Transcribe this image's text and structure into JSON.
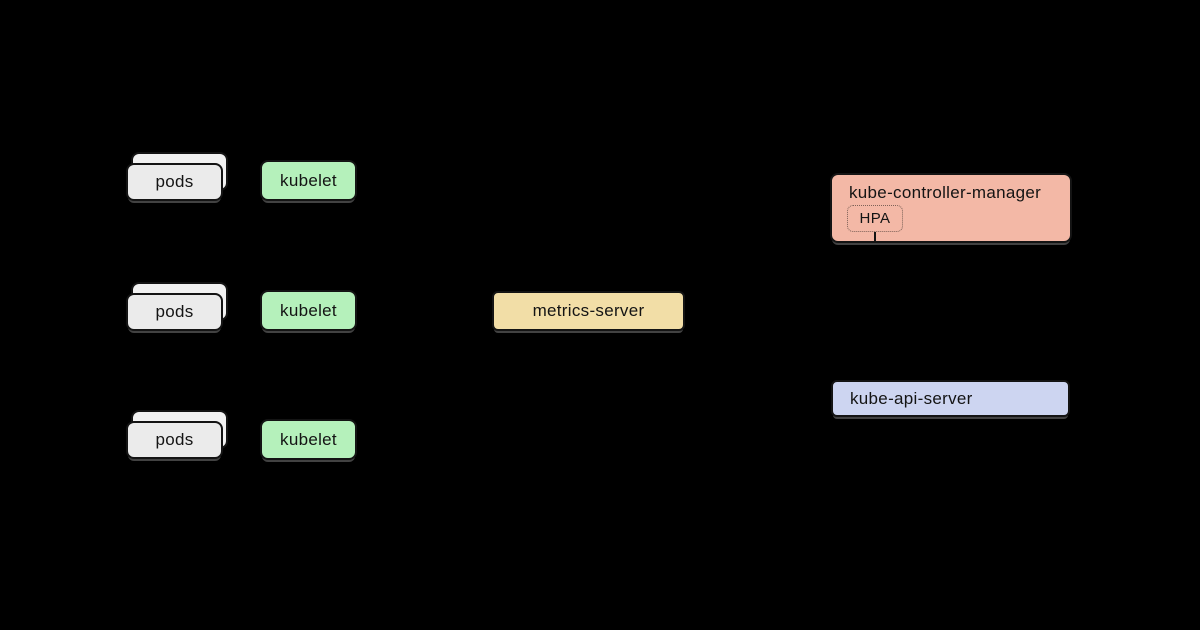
{
  "nodes": {
    "pods": {
      "label": "pods"
    },
    "kubelet": {
      "label": "kubelet"
    },
    "metrics_server": {
      "label": "metrics-server"
    },
    "controller_manager": {
      "label": "kube-controller-manager"
    },
    "hpa": {
      "label": "HPA"
    },
    "api_server": {
      "label": "kube-api-server"
    }
  },
  "worker_rows": 3,
  "colors": {
    "background": "#000000",
    "border": "#141414",
    "text": "#141414",
    "pods_fill": "#ebebeb",
    "pods_back_fill": "#f2f2f2",
    "kubelet_fill": "#b5f1bb",
    "metrics_server_fill": "#f2dea7",
    "controller_manager_fill": "#f3b8a6",
    "api_server_fill": "#cdd5f1",
    "hpa_border": "#7d6258"
  }
}
